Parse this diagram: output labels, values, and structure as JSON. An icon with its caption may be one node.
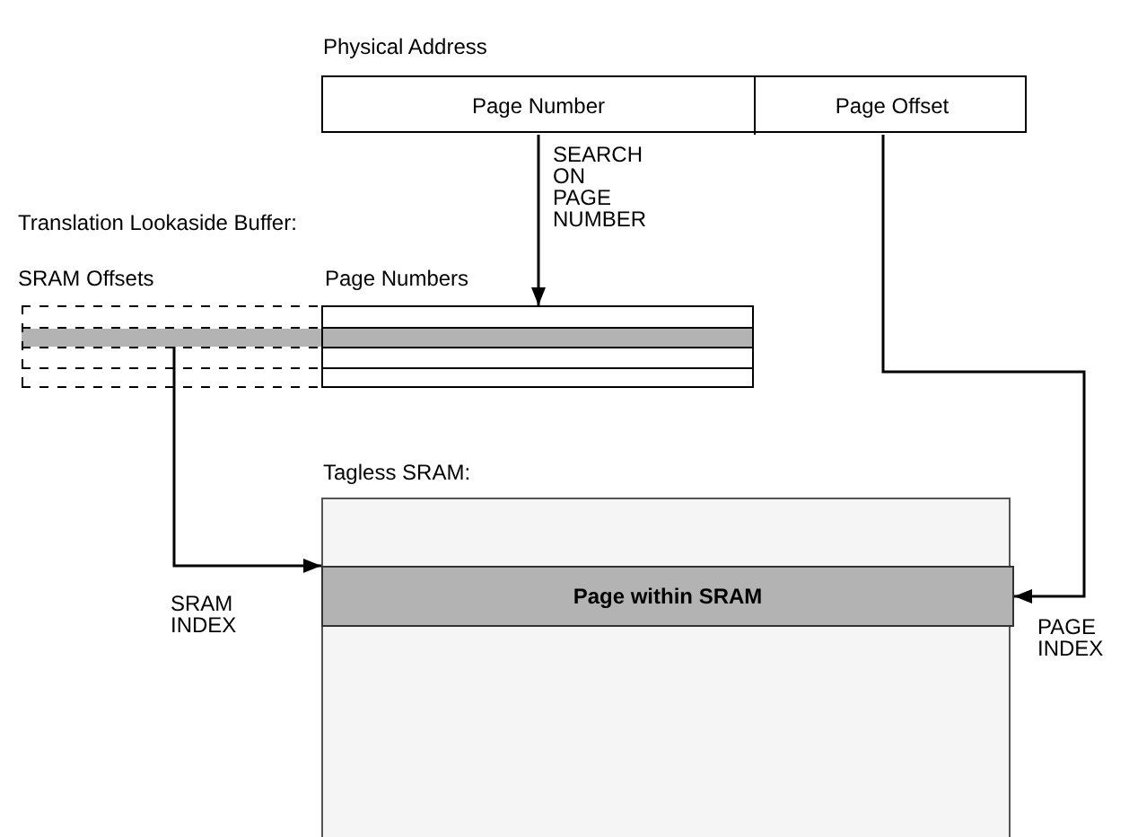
{
  "diagram": {
    "nodes": [
      {
        "text": [
          "Physical Address"
        ]
      },
      {
        "text": [
          "Page Number"
        ],
        "in": 0
      },
      {
        "text": [
          "Page Offset"
        ],
        "in": 0
      },
      {
        "text": [
          "Page Numbers"
        ]
      },
      {
        "text": [
          "SRAM Offsets"
        ]
      },
      {
        "text": [
          "Tagless SRAM:"
        ]
      },
      {
        "text": [
          "Page within SRAM"
        ],
        "in": 5
      }
    ],
    "edges": [
      {
        "from": 1,
        "to": 3,
        "arrow": "to",
        "label": "SEARCH ON PAGE NUMBER"
      },
      {
        "from": 4,
        "to": 6,
        "arrow": "to",
        "label": "SRAM INDEX"
      },
      {
        "from": 2,
        "to": 6,
        "arrow": "to",
        "label": "PAGE INDEX"
      }
    ],
    "labels": [
      "Translation Lookaside Buffer:"
    ]
  }
}
